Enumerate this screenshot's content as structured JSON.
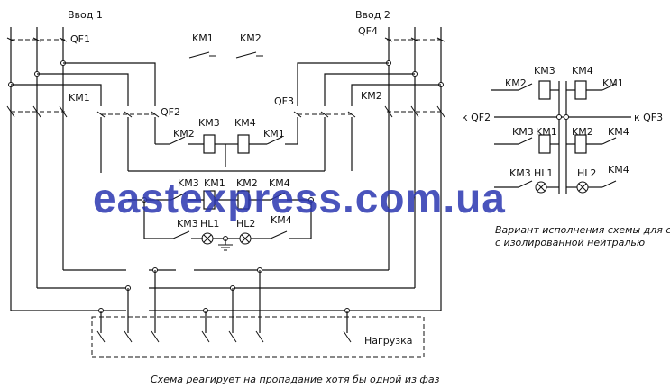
{
  "labels": {
    "vvod1": "Ввод 1",
    "vvod2": "Ввод 2",
    "qf1": "QF1",
    "qf2": "QF2",
    "qf3": "QF3",
    "qf4": "QF4",
    "km1": "KM1",
    "km2": "KM2",
    "km3": "KM3",
    "km4": "KM4",
    "hl1": "HL1",
    "hl2": "HL2",
    "to_qf2": "к QF2",
    "to_qf3": "к QF3",
    "load": "Нагрузка"
  },
  "captions": {
    "bottom": "Схема реагирует на пропадание хотя бы одной из фаз",
    "variant_line1": "Вариант исполнения схемы для сетей",
    "variant_line2": "с изолированной нейтралью"
  },
  "watermark": "eastexpress.com.ua",
  "colors": {
    "line": "#111111",
    "watermark": "#2a36b0"
  }
}
